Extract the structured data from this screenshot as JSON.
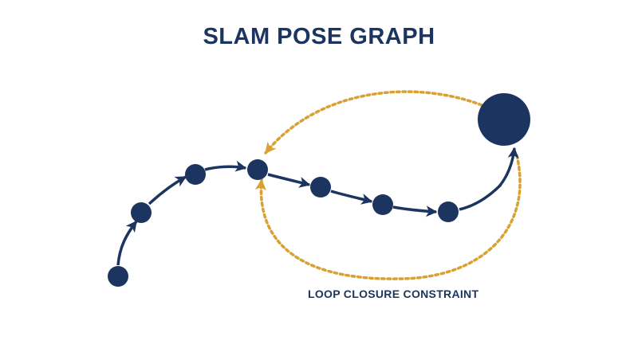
{
  "title": "SLAM POSE GRAPH",
  "loop_label": "LOOP CLOSURE CONSTRAINT",
  "colors": {
    "navy": "#1c3560",
    "gold": "#d9a032",
    "background": "#ffffff"
  },
  "nodes": [
    {
      "id": "pose-1",
      "kind": "pose"
    },
    {
      "id": "pose-2",
      "kind": "pose"
    },
    {
      "id": "pose-3",
      "kind": "pose"
    },
    {
      "id": "pose-4",
      "kind": "pose"
    },
    {
      "id": "pose-5",
      "kind": "pose"
    },
    {
      "id": "pose-6",
      "kind": "pose"
    },
    {
      "id": "pose-7",
      "kind": "pose"
    },
    {
      "id": "current-pose",
      "kind": "current"
    }
  ],
  "edges": [
    {
      "from": "pose-1",
      "to": "pose-2",
      "type": "odometry"
    },
    {
      "from": "pose-2",
      "to": "pose-3",
      "type": "odometry"
    },
    {
      "from": "pose-3",
      "to": "pose-4",
      "type": "odometry"
    },
    {
      "from": "pose-4",
      "to": "pose-5",
      "type": "odometry"
    },
    {
      "from": "pose-5",
      "to": "pose-6",
      "type": "odometry"
    },
    {
      "from": "pose-6",
      "to": "pose-7",
      "type": "odometry"
    },
    {
      "from": "pose-7",
      "to": "current-pose",
      "type": "odometry"
    },
    {
      "from": "current-pose",
      "to": "pose-4",
      "type": "loop-closure"
    }
  ]
}
